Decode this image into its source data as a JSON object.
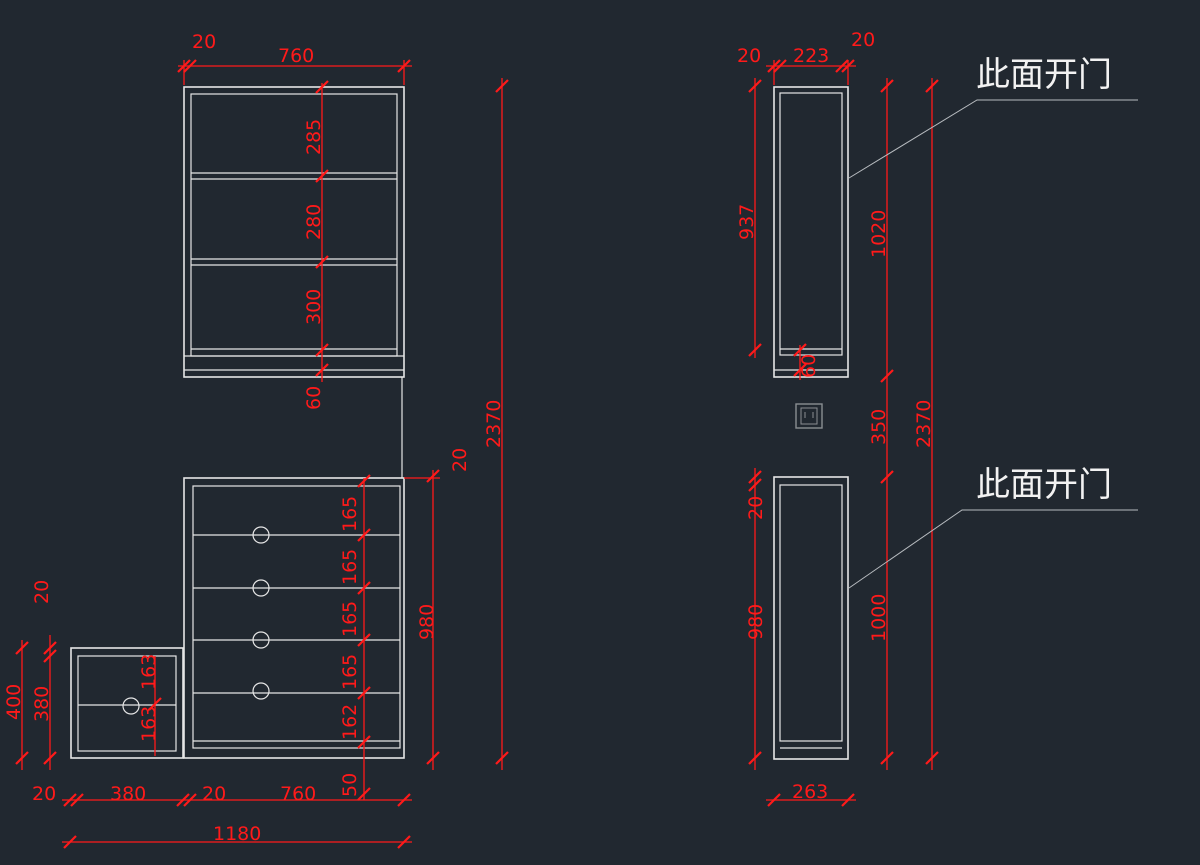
{
  "colors": {
    "background": "#212830",
    "outline": "#e6e6e6",
    "dimension": "#ff1a1a",
    "note": "#f2f2f2"
  },
  "front": {
    "top_width_side": "20",
    "top_width": "760",
    "upper_shelves": [
      "285",
      "280",
      "300",
      "60"
    ],
    "drawer_heights": [
      "165",
      "165",
      "165",
      "165",
      "162",
      "50"
    ],
    "total_height": "2370",
    "lower_height": "980",
    "lower_top": "20",
    "small_cabinet": {
      "total": "400",
      "inner": "380",
      "top": "20",
      "drawer_a": "163",
      "drawer_b": "163"
    },
    "bottom": {
      "side_left": "20",
      "small_width": "380",
      "gap": "20",
      "main_width": "760",
      "overall": "1180"
    }
  },
  "side": {
    "upper": {
      "left": "20",
      "depth": "223",
      "right": "20",
      "height": "937",
      "base": "60",
      "total": "1020"
    },
    "gap": "350",
    "total_height": "2370",
    "lower": {
      "top": "20",
      "height": "980",
      "total": "1000",
      "depth": "263"
    },
    "socket_icon": "socket-outlet-icon"
  },
  "notes": {
    "upper": "此面开门",
    "lower": "此面开门"
  }
}
